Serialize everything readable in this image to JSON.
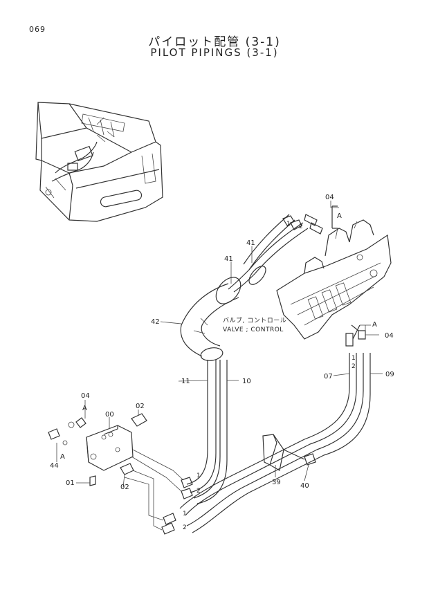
{
  "page_number": "069",
  "title_jp": "パイロット配管 (3-1)",
  "title_en": "PILOT PIPINGS (3-1)",
  "component_names": {
    "valve_jp": "バルブ, コントロール",
    "valve_en": "VALVE ; CONTROL"
  },
  "part_labels": {
    "p00": "00",
    "p01": "01",
    "p02a": "02",
    "p02b": "02",
    "p04a": "04",
    "p04b": "04",
    "p04c": "04",
    "p07": "07",
    "p09": "09",
    "p10": "10",
    "p11": "11",
    "p39": "39",
    "p40": "40",
    "p41a": "41",
    "p41b": "41",
    "p42": "42",
    "p44": "44"
  },
  "ref_marks": {
    "a1": "A",
    "a2": "A",
    "a3": "A",
    "a4": "A"
  },
  "port_numbers": {
    "n1": "1",
    "n2": "2",
    "n3": "1",
    "n4": "2",
    "n5": "1",
    "n6": "2",
    "n7": "1",
    "n8": "2"
  }
}
